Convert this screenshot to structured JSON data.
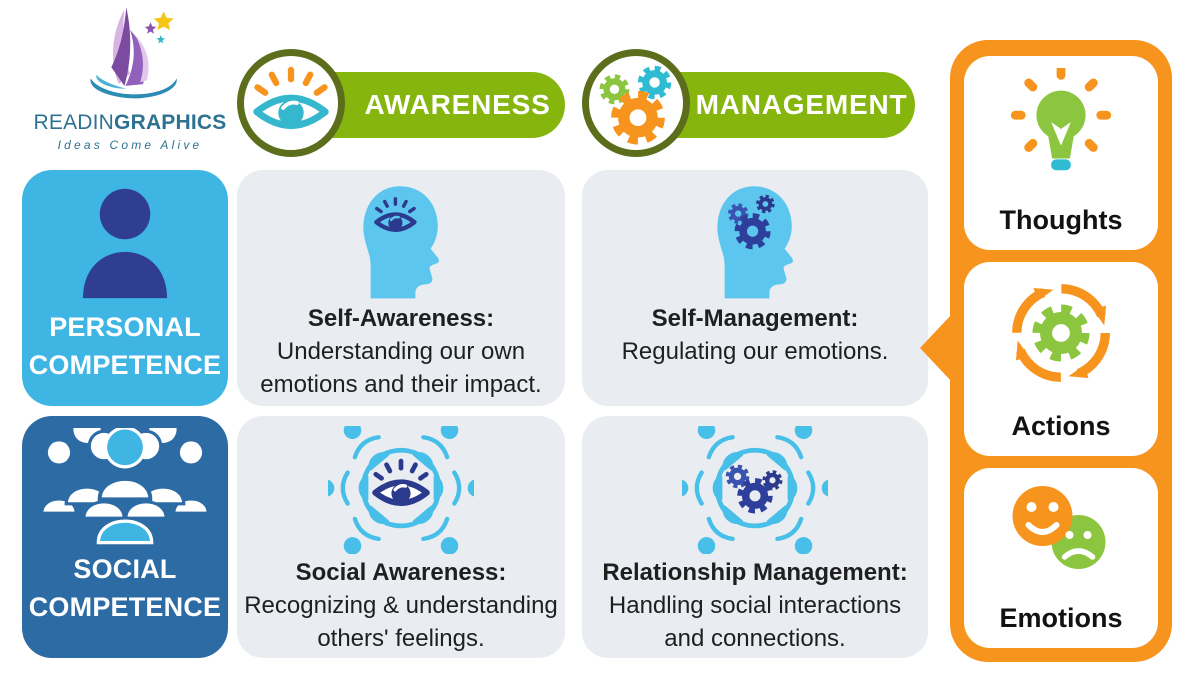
{
  "logo": {
    "brand_light": "READIN",
    "brand_bold": "GRAPHICS",
    "tagline": "Ideas Come Alive"
  },
  "column_headers": {
    "awareness": "AWARENESS",
    "management": "MANAGEMENT"
  },
  "row_headers": {
    "personal": {
      "line1": "PERSONAL",
      "line2": "COMPETENCE"
    },
    "social": {
      "line1": "SOCIAL",
      "line2": "COMPETENCE"
    }
  },
  "quadrants": {
    "self_awareness": {
      "title": "Self-Awareness:",
      "body": "Understanding our own\nemotions and their impact."
    },
    "self_management": {
      "title": "Self-Management:",
      "body": "Regulating our emotions."
    },
    "social_awareness": {
      "title": "Social Awareness:",
      "body": "Recognizing & understanding\nothers' feelings."
    },
    "relationship_management": {
      "title": "Relationship Management:",
      "body": "Handling social interactions\nand connections."
    }
  },
  "side_panel": {
    "items": [
      {
        "icon": "lightbulb-icon",
        "label": "Thoughts"
      },
      {
        "icon": "gear-cycle-icon",
        "label": "Actions"
      },
      {
        "icon": "smileys-icon",
        "label": "Emotions"
      }
    ]
  },
  "colors": {
    "pill_green": "#86b60d",
    "badge_olive": "#5c6e1b",
    "orange": "#f7941e",
    "personal_blue": "#3fb5e4",
    "social_blue": "#2d6ba5",
    "navy": "#2c3a8e",
    "head_blue": "#5cc6ef",
    "cell_gray": "#e9edf1",
    "icon_green": "#8cc640",
    "icon_teal": "#2fbcd2",
    "logo_teal": "#2e7291"
  }
}
